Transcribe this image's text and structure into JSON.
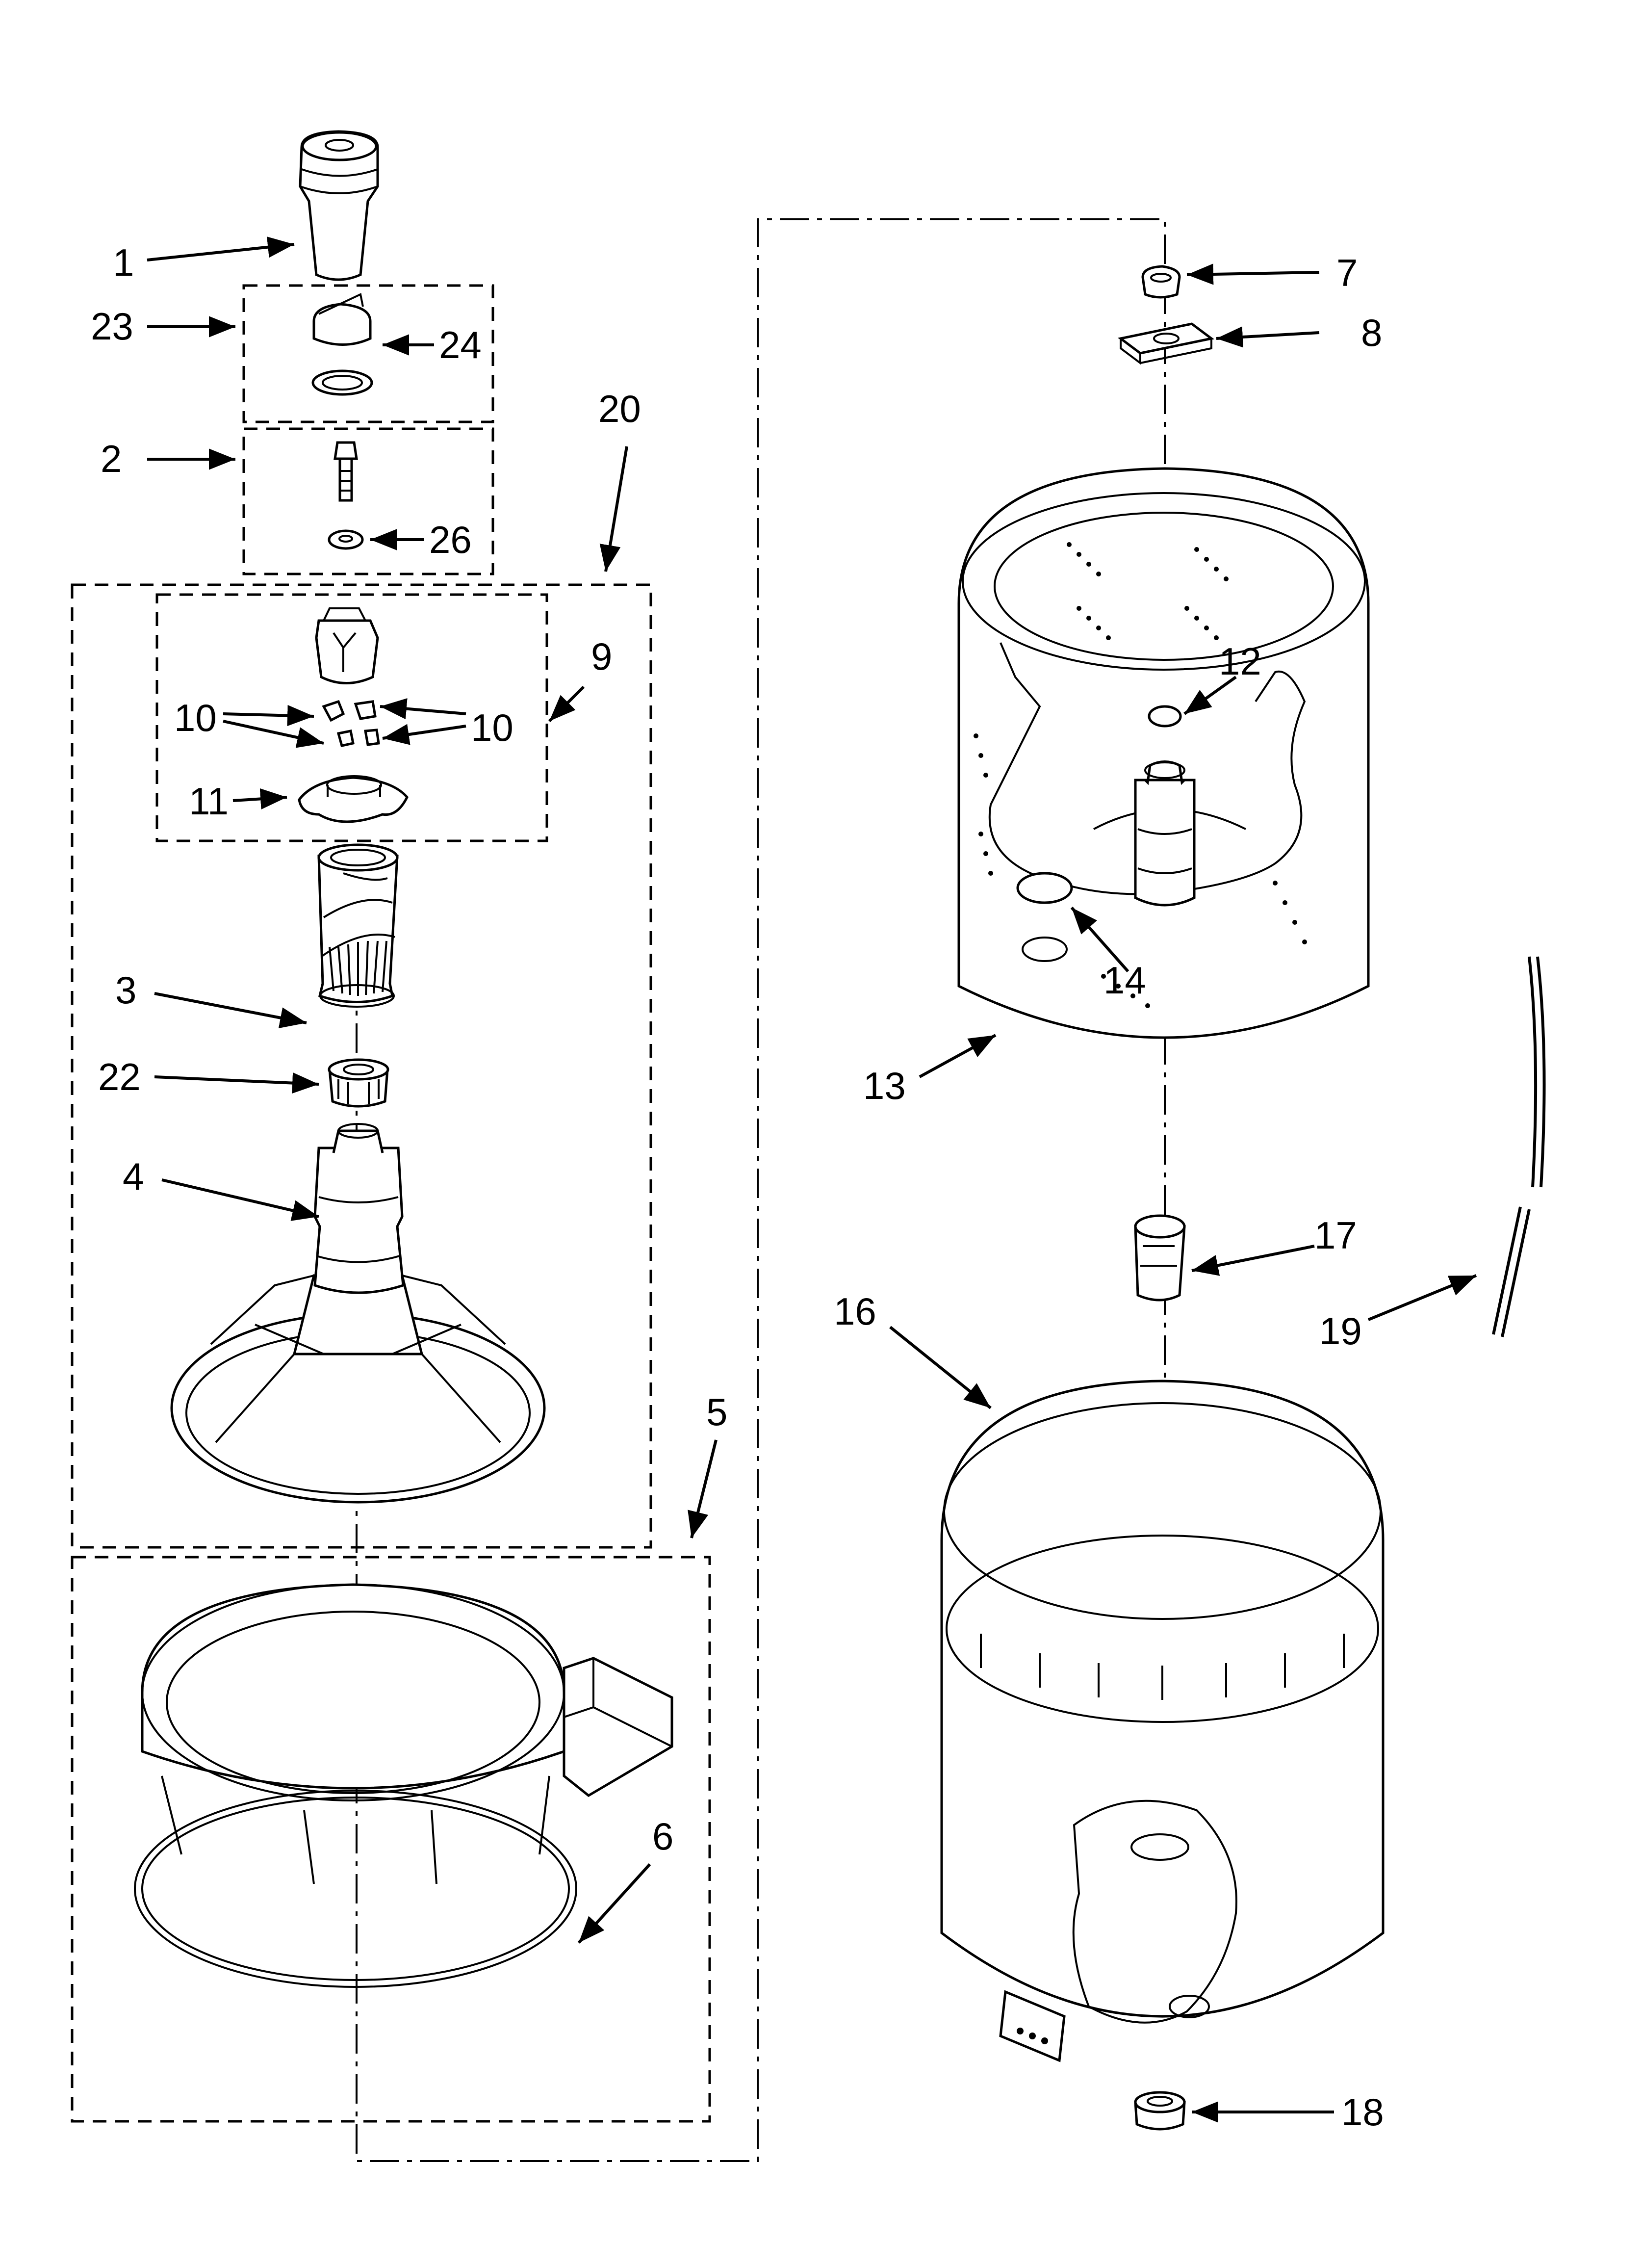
{
  "callouts": {
    "c1": "1",
    "c2": "2",
    "c3": "3",
    "c4": "4",
    "c5": "5",
    "c6": "6",
    "c7": "7",
    "c8": "8",
    "c9": "9",
    "c10a": "10",
    "c10b": "10",
    "c11": "11",
    "c12": "12",
    "c13": "13",
    "c14": "14",
    "c16": "16",
    "c17": "17",
    "c18": "18",
    "c19": "19",
    "c20": "20",
    "c22": "22",
    "c23": "23",
    "c24": "24",
    "c26": "26"
  }
}
